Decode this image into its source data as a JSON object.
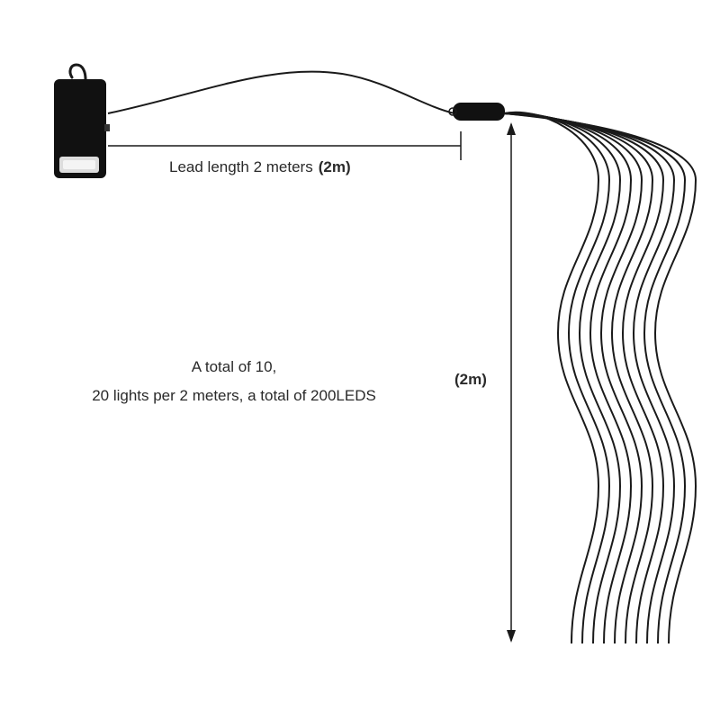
{
  "lead": {
    "label": "Lead length 2 meters",
    "value": "(2m)"
  },
  "strands": {
    "length_label": "(2m)",
    "count": 10
  },
  "total": {
    "line1": "A total of 10,",
    "line2": "20 lights per 2 meters, a total of 200LEDS"
  },
  "colors": {
    "line": "#1a1a1a",
    "box": "#111111",
    "text": "#2a2a2a"
  }
}
